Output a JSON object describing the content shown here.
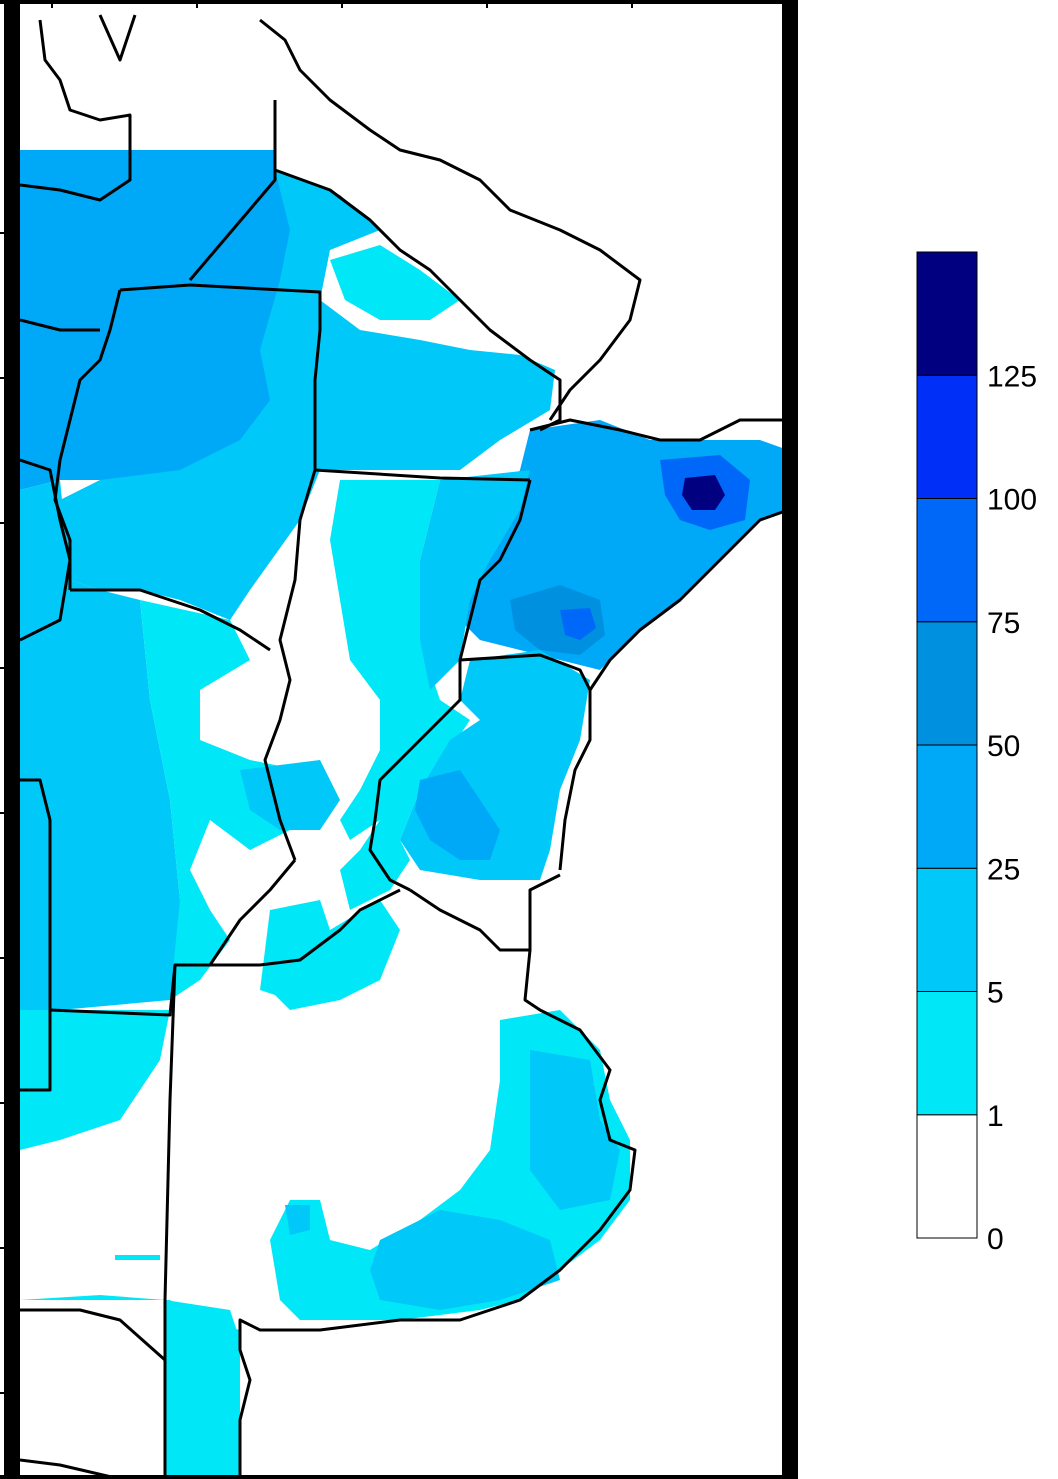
{
  "legend": {
    "bins": [
      {
        "label": "0",
        "color": "#ffffff"
      },
      {
        "label": "1",
        "color": "#00e8f8"
      },
      {
        "label": "5",
        "color": "#00c8f8"
      },
      {
        "label": "25",
        "color": "#00a8f8"
      },
      {
        "label": "50",
        "color": "#0090e0"
      },
      {
        "label": "75",
        "color": "#0068f8"
      },
      {
        "label": "100",
        "color": "#0030f8"
      },
      {
        "label": "125",
        "color": "#000080"
      }
    ]
  },
  "colors": {
    "border": "#000000",
    "frame": "#000000"
  }
}
